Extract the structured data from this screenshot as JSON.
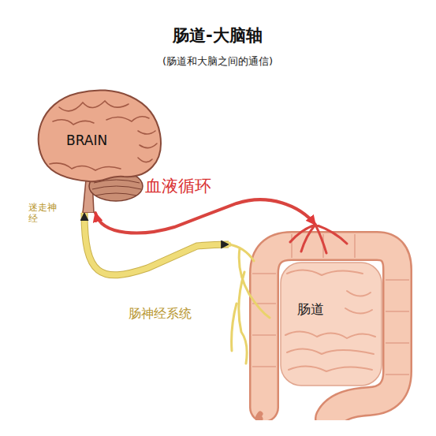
{
  "diagram": {
    "title": "肠道-大脑轴",
    "nodes": [
      {
        "text": [
          "BRAIN"
        ]
      },
      {
        "text": [
          "肠道"
        ]
      }
    ],
    "edges": [
      {
        "from": 0,
        "to": 1,
        "arrow": "both",
        "label": "迷走神经"
      },
      {
        "from": 0,
        "to": 1,
        "arrow": "both",
        "label": "血液循环"
      }
    ],
    "labels": [
      "(肠道和大脑之间的通信)",
      "肠神经系统"
    ]
  }
}
